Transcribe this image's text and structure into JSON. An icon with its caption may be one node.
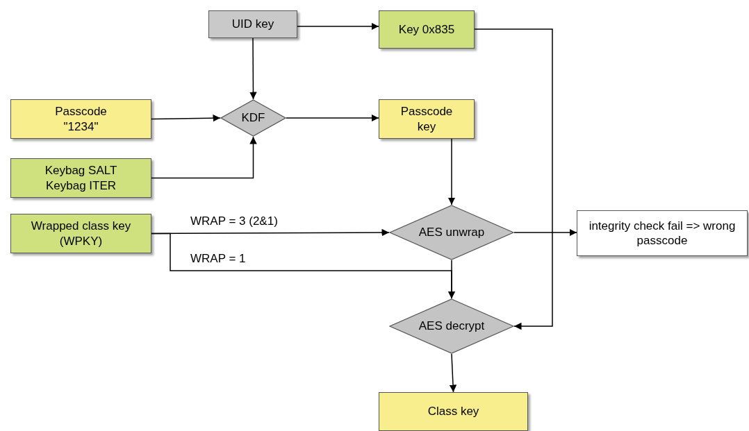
{
  "diagram": {
    "nodes": [
      {
        "text": [
          "UID key"
        ]
      },
      {
        "text": [
          "Key 0x835"
        ]
      },
      {
        "text": [
          "Passcode \"1234\""
        ]
      },
      {
        "text": [
          "KDF"
        ]
      },
      {
        "text": [
          "Passcode key"
        ]
      },
      {
        "text": [
          "Keybag SALT Keybag ITER"
        ]
      },
      {
        "text": [
          "Wrapped class key (WPKY)"
        ]
      },
      {
        "text": [
          "AES unwrap"
        ]
      },
      {
        "text": [
          "integrity check fail => wrong passcode"
        ]
      },
      {
        "text": [
          "AES decrypt"
        ]
      },
      {
        "text": [
          "Class key"
        ]
      }
    ],
    "edges": [
      {
        "from": 0,
        "to": 1,
        "arrow": "to"
      },
      {
        "from": 0,
        "to": 3,
        "arrow": "to"
      },
      {
        "from": 2,
        "to": 3,
        "arrow": "to"
      },
      {
        "from": 5,
        "to": 3,
        "arrow": "to"
      },
      {
        "from": 3,
        "to": 4,
        "arrow": "to"
      },
      {
        "from": 4,
        "to": 7,
        "arrow": "to"
      },
      {
        "from": 6,
        "to": 7,
        "arrow": "to",
        "label": "WRAP = 3 (2&1)"
      },
      {
        "from": 6,
        "to": 9,
        "arrow": "to",
        "label": "WRAP = 1"
      },
      {
        "from": 7,
        "to": 9,
        "arrow": "to"
      },
      {
        "from": 7,
        "to": 8,
        "arrow": "to"
      },
      {
        "from": 1,
        "to": 9,
        "arrow": "to"
      },
      {
        "from": 9,
        "to": 10,
        "arrow": "to"
      }
    ]
  }
}
